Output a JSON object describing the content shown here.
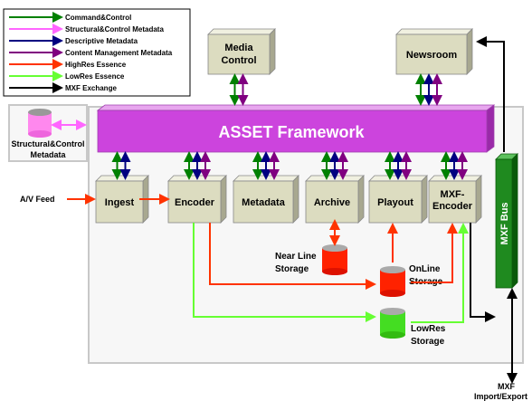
{
  "legend": {
    "items": [
      {
        "label": "Command&Control",
        "color": "#008000"
      },
      {
        "label": "Structural&Control Metadata",
        "color": "#ff66ff"
      },
      {
        "label": "Descriptive Metadata",
        "color": "#000080"
      },
      {
        "label": "Content Management Metadata",
        "color": "#800080"
      },
      {
        "label": "HighRes Essence",
        "color": "#ff3300"
      },
      {
        "label": "LowRes Essence",
        "color": "#66ff33"
      },
      {
        "label": "MXF Exchange",
        "color": "#000000"
      }
    ]
  },
  "top_boxes": {
    "media_control": [
      "Media",
      "Control"
    ],
    "newsroom": "Newsroom"
  },
  "framework": {
    "label": "ASSET Framework"
  },
  "structural_metadata_label": [
    "Structural&Control",
    "Metadata"
  ],
  "modules": {
    "ingest": "Ingest",
    "encoder": "Encoder",
    "metadata": "Metadata",
    "archive": "Archive",
    "playout": "Playout",
    "mxf_encoder": [
      "MXF-",
      "Encoder"
    ]
  },
  "mxf_bus": "MXF Bus",
  "av_feed": "A/V Feed",
  "storage": {
    "near_line": [
      "Near Line",
      "Storage"
    ],
    "online": [
      "OnLine",
      "Storage"
    ],
    "lowres": [
      "LowRes",
      "Storage"
    ]
  },
  "mxf_io": [
    "MXF",
    "Import/Export"
  ],
  "colors": {
    "command_control": "#008000",
    "structural": "#ff66ff",
    "descriptive": "#000080",
    "content_mgmt": "#800080",
    "highres": "#ff3300",
    "lowres": "#66ff33",
    "mxf": "#000000",
    "framework_fill": "#cc44dd",
    "box_fill": "#dcdcc0",
    "bus_fill": "#1f8a1f"
  }
}
